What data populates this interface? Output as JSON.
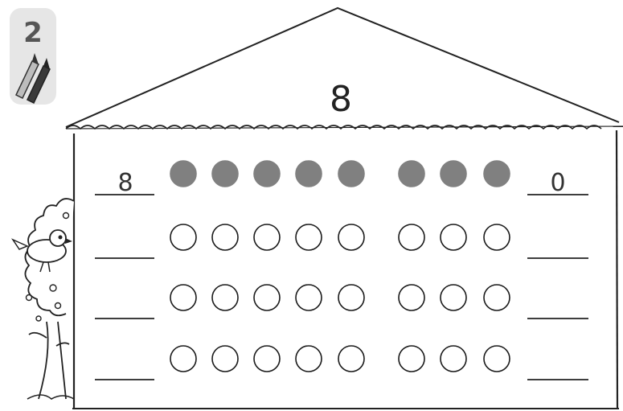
{
  "task_badge": {
    "number": "2",
    "icon": "pencils-icon"
  },
  "roof": {
    "number": "8"
  },
  "rows": [
    {
      "left": "8",
      "right": "0",
      "filled": 8
    },
    {
      "left": "",
      "right": "",
      "filled": 0
    },
    {
      "left": "",
      "right": "",
      "filled": 0
    },
    {
      "left": "",
      "right": "",
      "filled": 0
    }
  ],
  "circles_per_row": 8,
  "colors": {
    "filled": "#808080",
    "outline": "#1a1a1a",
    "badge": "#e6e6e6"
  }
}
